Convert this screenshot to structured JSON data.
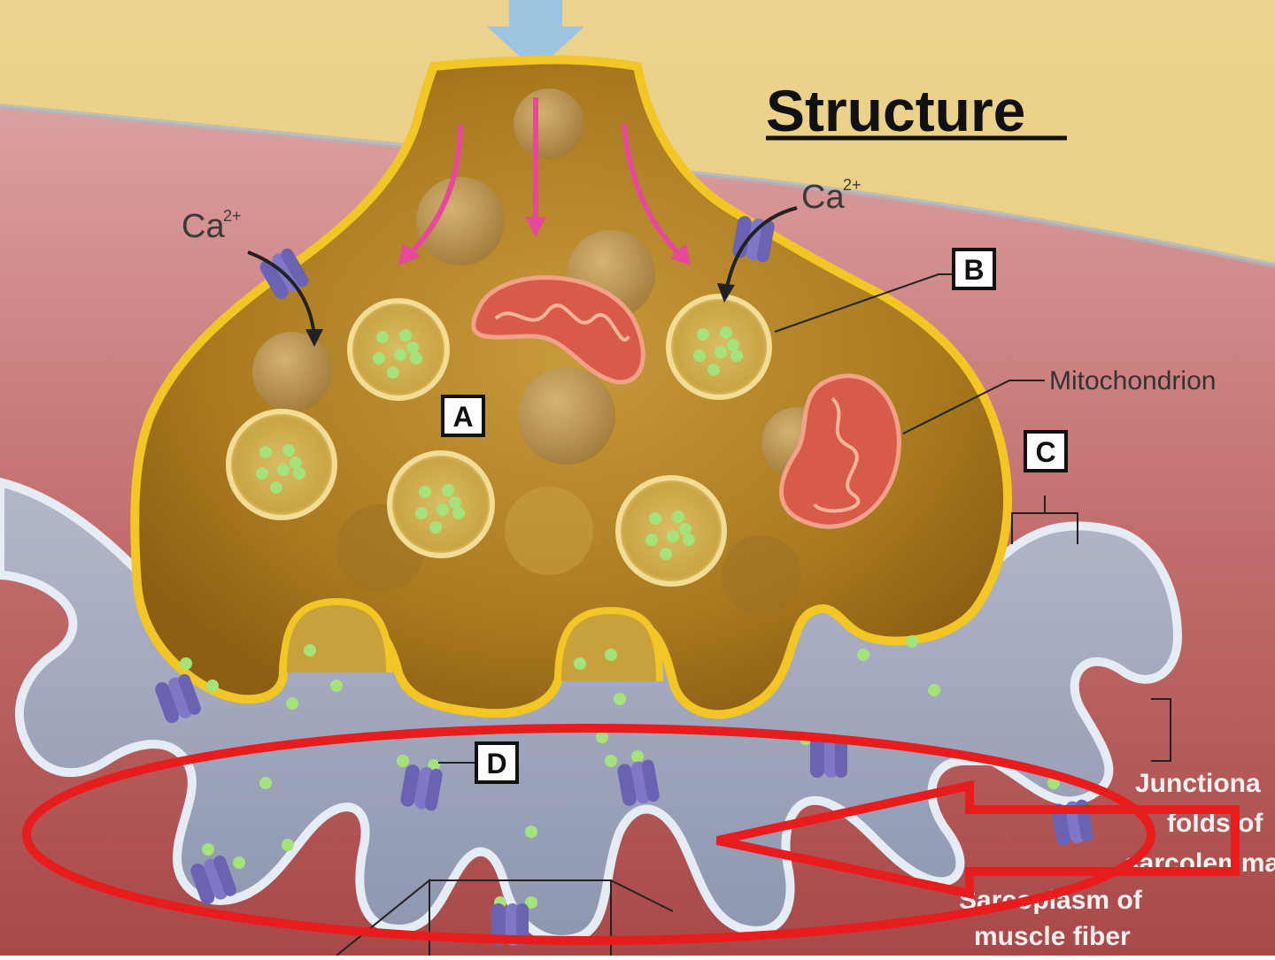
{
  "title": "Structure",
  "labels": {
    "ca_left": "Ca",
    "ca_left_sup": "2+",
    "ca_right": "Ca",
    "ca_right_sup": "2+",
    "mitochondrion": "Mitochondrion",
    "junctional_folds": "Junctional folds of sarcolemma",
    "junctional_line1": "Junctiona",
    "junctional_line2": "folds of",
    "junctional_line3": "sarcolemma",
    "sarcoplasm_line1": "Sarcoplasm of",
    "sarcoplasm_line2": "muscle fiber"
  },
  "markers": [
    "A",
    "B",
    "C",
    "D"
  ],
  "colors": {
    "background_top": "#e9cf86",
    "muscle": "#c97a7a",
    "terminal_fill": "#b88a2c",
    "terminal_outline": "#f2c624",
    "cleft": "#9aa3bb",
    "vesicle": "#e6cc7a",
    "neurotransmitter": "#a6e27a",
    "mitochondrion": "#d85b4a",
    "channel": "#6a63b3",
    "signal_arrow": "#e8489b",
    "input_arrow": "#9cc3df",
    "highlight": "#e81c1c"
  }
}
